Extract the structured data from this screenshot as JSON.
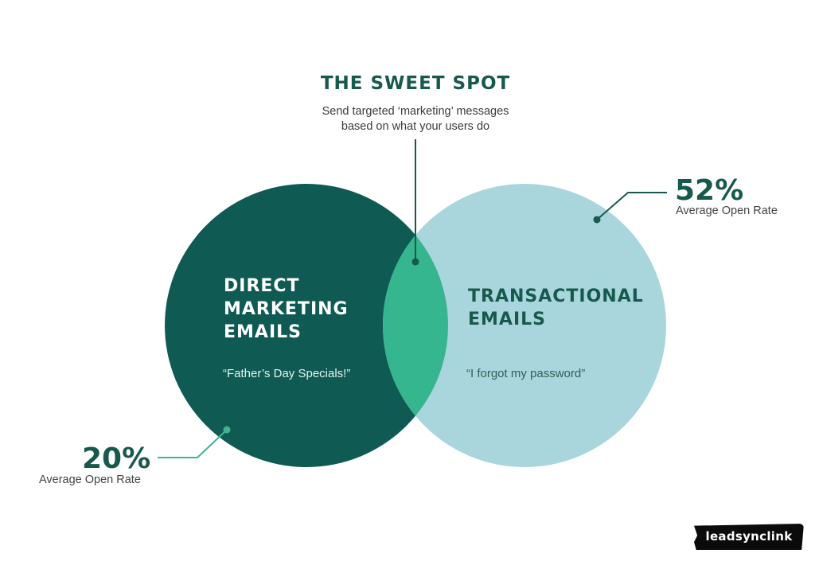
{
  "colors": {
    "direct_circle": "#0f5b54",
    "transactional_circle": "#a9d5dd",
    "overlap": "#36b68f",
    "title_green": "#17594c",
    "connector_dark": "#17594c",
    "connector_light": "#3fb48f"
  },
  "sweet_spot": {
    "title": "THE SWEET SPOT",
    "description_line1": "Send targeted ‘marketing’ messages",
    "description_line2": "based on what your users do"
  },
  "direct_marketing": {
    "title_line1": "DIRECT",
    "title_line2": "MARKETING",
    "title_line3": "EMAILS",
    "example": "“Father’s Day Specials!”",
    "stat_value": "20%",
    "stat_label": "Average Open Rate"
  },
  "transactional": {
    "title_line1": "TRANSACTIONAL",
    "title_line2": "EMAILS",
    "example": "“I forgot my password”",
    "stat_value": "52%",
    "stat_label": "Average Open Rate"
  },
  "watermark": {
    "text": "leadsynclink"
  }
}
